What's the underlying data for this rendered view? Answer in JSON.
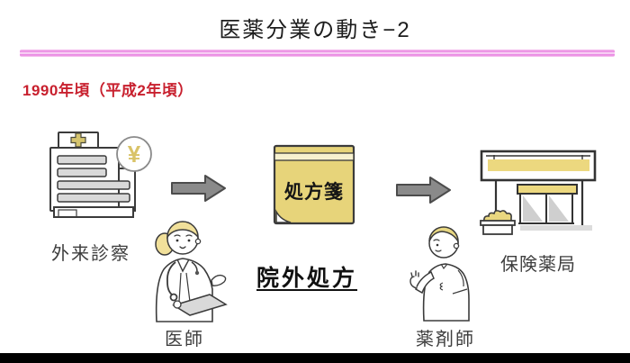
{
  "slide": {
    "title": "医薬分業の動き−2",
    "period_label": "1990年頃（平成2年頃）"
  },
  "flow": {
    "clinic_label": "外来診察",
    "doctor_label": "医師",
    "note_label": "処方箋",
    "prescription_caption": "院外処方",
    "pharmacist_label": "薬剤師",
    "pharmacy_label": "保険薬局",
    "yen_symbol": "¥"
  },
  "colors": {
    "accent_pink": "#ea86e2",
    "highlight_gold": "#e7d47a",
    "gold_light_band": "#f7f1cf",
    "arrow_gray": "#8a8a8a",
    "outline_gray": "#3b3b3b",
    "window_gray": "#d9d9d9",
    "period_red": "#c8202e",
    "footer_black": "#000000"
  }
}
